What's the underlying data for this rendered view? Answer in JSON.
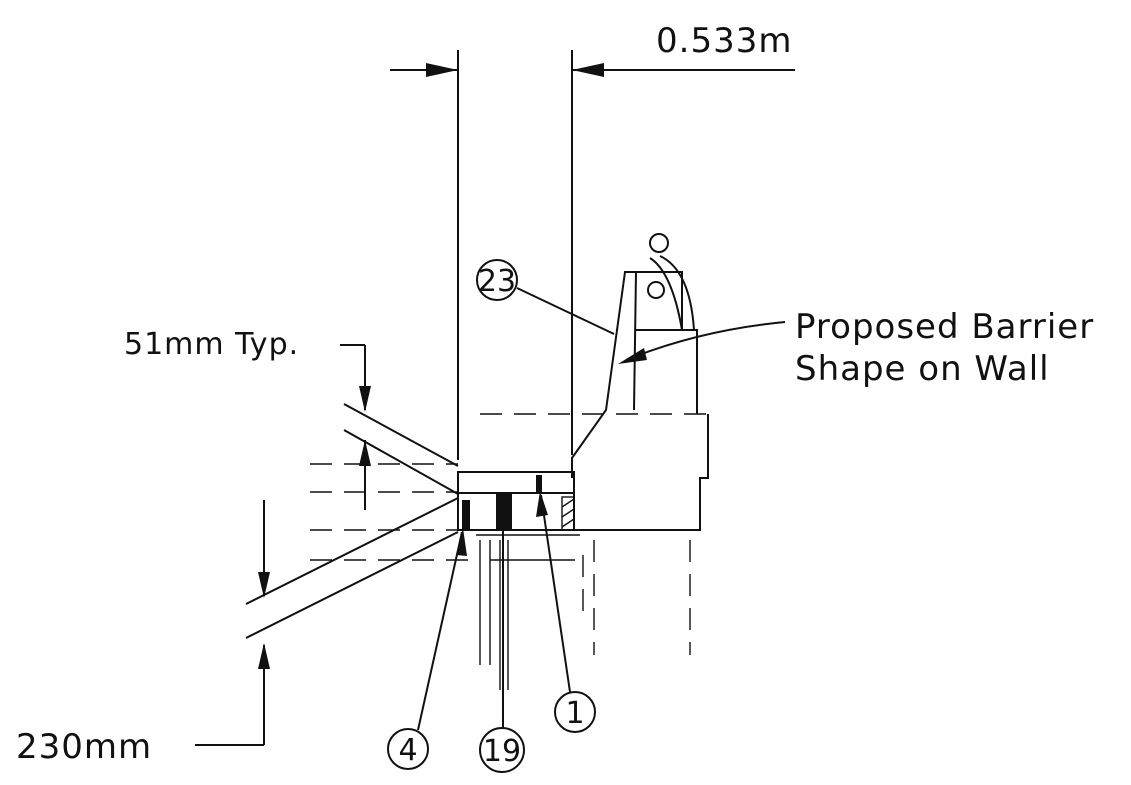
{
  "dimensions": {
    "width_label": "0.533m",
    "gap_label": "51mm Typ.",
    "thickness_label": "230mm"
  },
  "callouts": {
    "barrier_label": "23",
    "part_4": "4",
    "part_19": "19",
    "part_1": "1"
  },
  "note": {
    "line1": "Proposed Barrier",
    "line2": "Shape on Wall"
  }
}
